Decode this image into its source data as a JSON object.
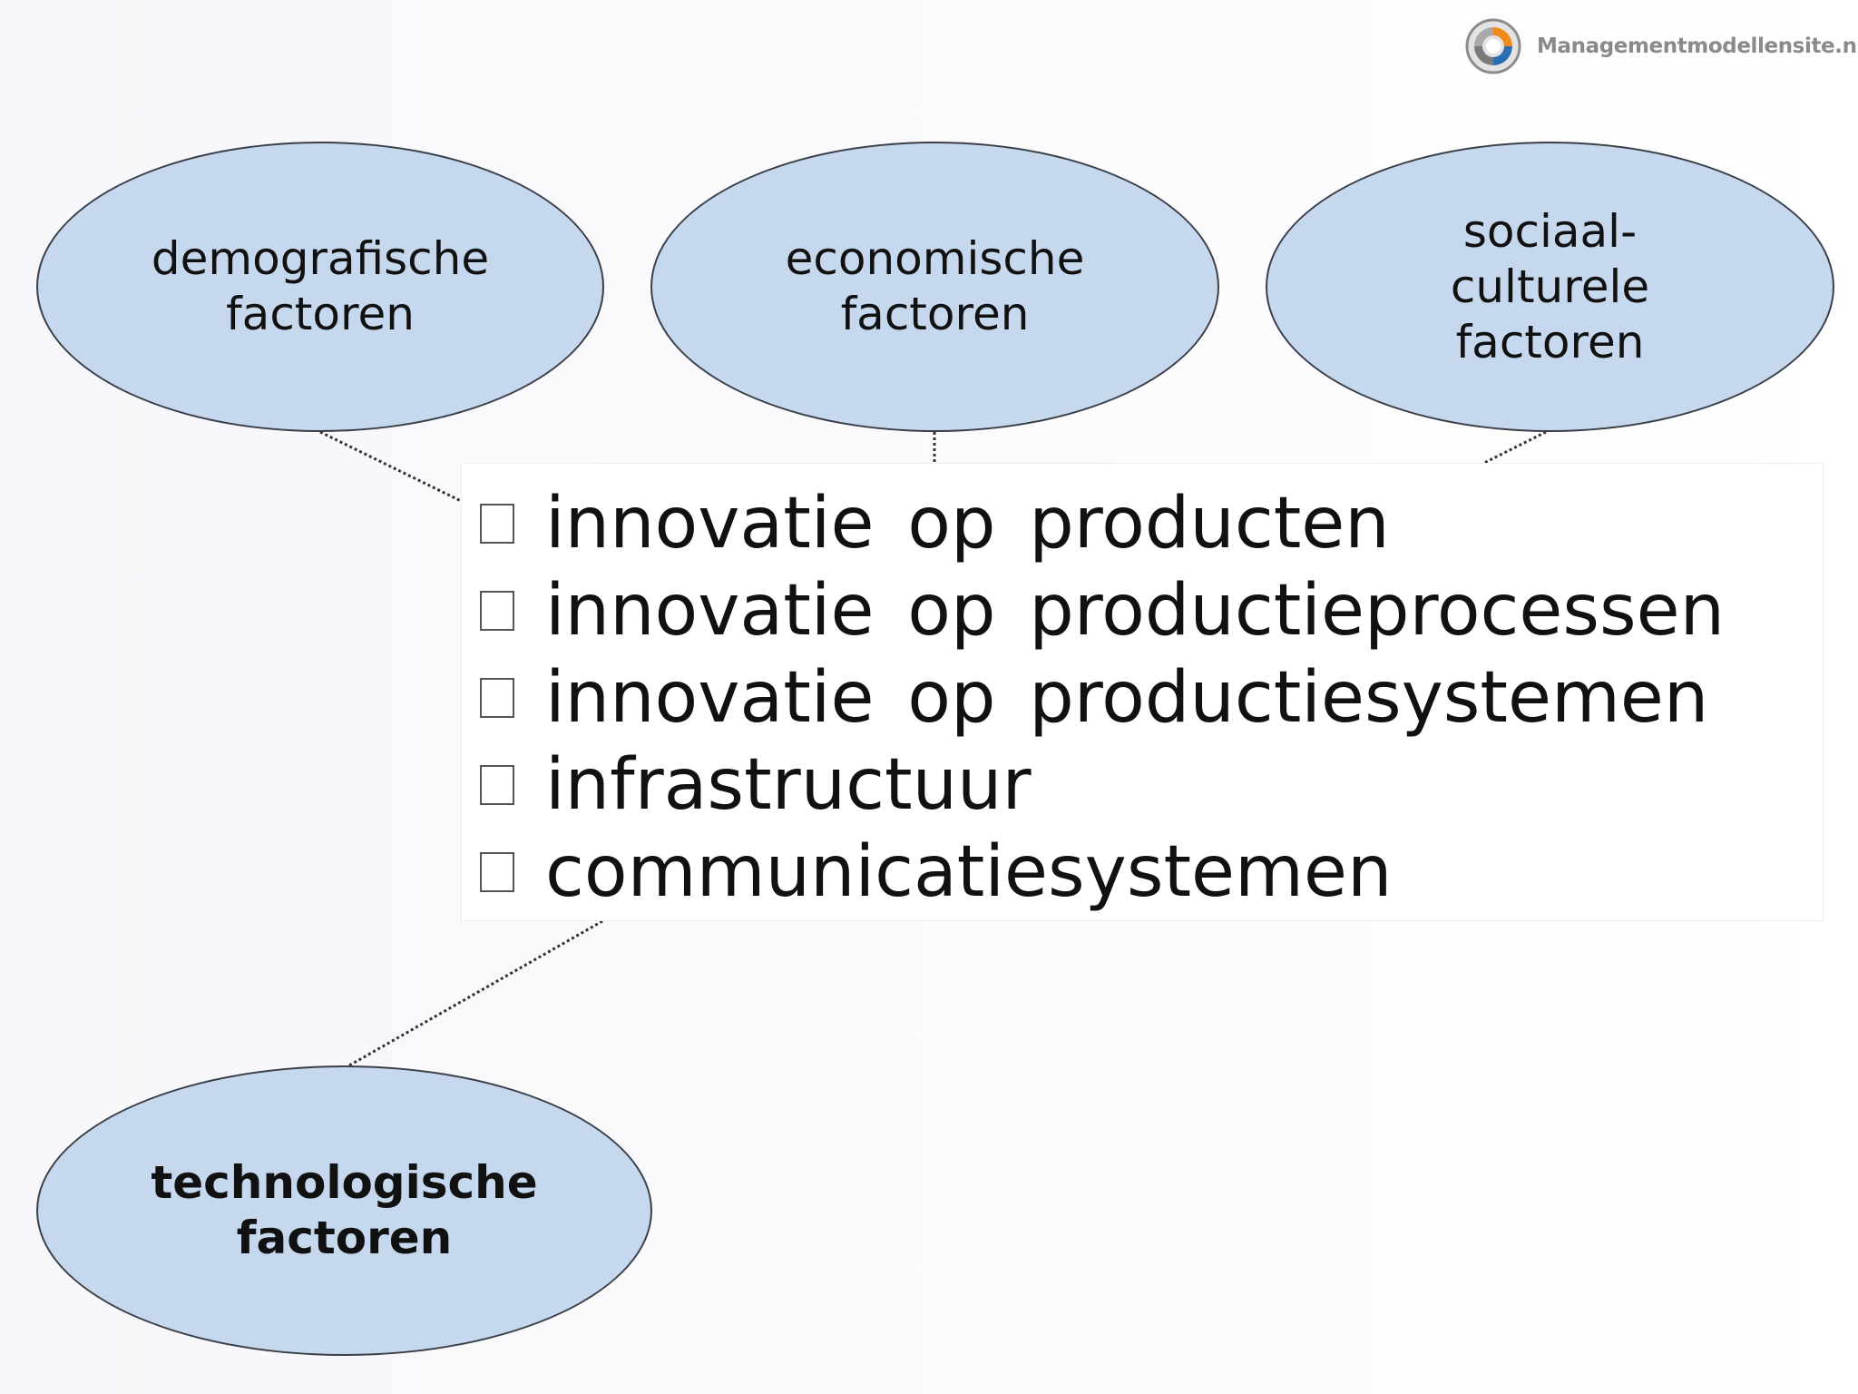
{
  "logo": {
    "text": "Managementmodellensite.nl",
    "icon": "managementmodellensite-logo-icon"
  },
  "factors": {
    "demografisch": {
      "label": "demografische\nfactoren",
      "bold": false
    },
    "economisch": {
      "label": "economische\nfactoren",
      "bold": false
    },
    "sociaal_cultureel": {
      "label": "sociaal-\nculturele\nfactoren",
      "bold": false
    },
    "technologisch": {
      "label": "technologische\nfactoren",
      "bold": true
    }
  },
  "detail_box": {
    "items": [
      "innovatie op producten",
      "innovatie op productieprocessen",
      "innovatie op productiesystemen",
      "infrastructuur",
      "communicatiesystemen"
    ]
  },
  "colors": {
    "ellipse_fill": "#c6d8ee",
    "ellipse_border": "#3a3f47",
    "connector": "#333333",
    "text": "#111111"
  }
}
